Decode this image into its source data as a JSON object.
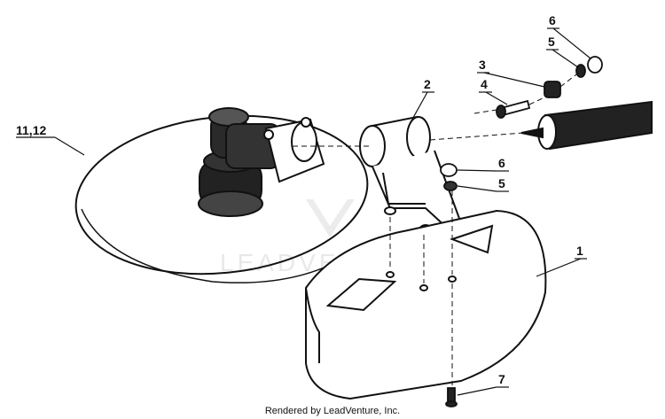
{
  "diagram": {
    "callouts": [
      {
        "id": "c1",
        "label": "1"
      },
      {
        "id": "c2",
        "label": "2"
      },
      {
        "id": "c3",
        "label": "3"
      },
      {
        "id": "c4",
        "label": "4"
      },
      {
        "id": "c5a",
        "label": "5"
      },
      {
        "id": "c5b",
        "label": "5"
      },
      {
        "id": "c6a",
        "label": "6"
      },
      {
        "id": "c6b",
        "label": "6"
      },
      {
        "id": "c7",
        "label": "7"
      },
      {
        "id": "c1112",
        "label": "11,12"
      }
    ],
    "watermark": "LEADVENTURE",
    "footer": "Rendered by LeadVenture, Inc."
  }
}
